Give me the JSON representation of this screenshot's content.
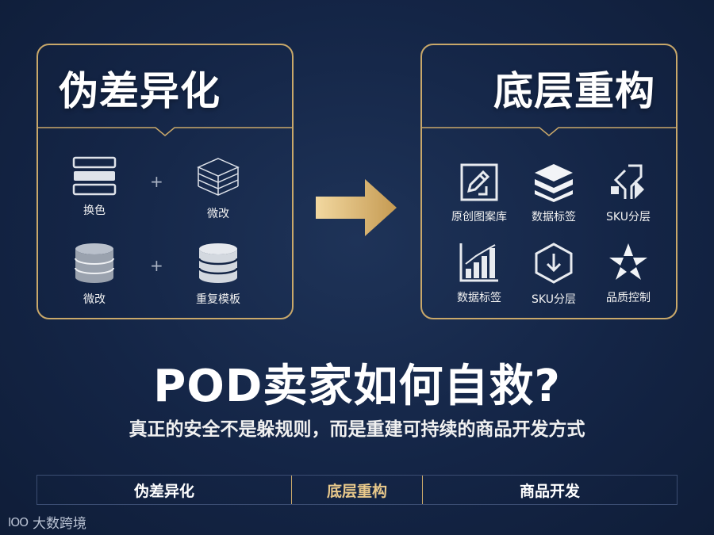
{
  "left_panel": {
    "title": "伪差异化",
    "items": [
      {
        "label": "换色",
        "icon": "stacked-bars-icon"
      },
      {
        "label": "微改",
        "icon": "wireframe-layers-icon"
      },
      {
        "label": "微改",
        "icon": "database-gray-icon"
      },
      {
        "label": "重复模板",
        "icon": "database-icon"
      }
    ],
    "plus": "+"
  },
  "right_panel": {
    "title": "底层重构",
    "items": [
      {
        "label": "原创图案库",
        "icon": "design-edit-icon"
      },
      {
        "label": "数据标签",
        "icon": "layers-icon"
      },
      {
        "label": "SKU分层",
        "icon": "split-shape-icon"
      },
      {
        "label": "数据标签",
        "icon": "bar-chart-icon"
      },
      {
        "label": "SKU分层",
        "icon": "download-hexagon-icon"
      },
      {
        "label": "品质控制",
        "icon": "quality-star-icon"
      }
    ]
  },
  "headline": "POD卖家如何自救?",
  "subline": "真正的安全不是躲规则，而是重建可持续的商品开发方式",
  "bottom_bar": {
    "items": [
      "伪差异化",
      "底层重构",
      "商品开发"
    ],
    "active_index": 1
  },
  "watermark": {
    "logo": "IOO",
    "text": "大数跨境"
  },
  "colors": {
    "gold": "#c9a86a",
    "background": "#142546",
    "accent_text": "#e9c98b"
  }
}
